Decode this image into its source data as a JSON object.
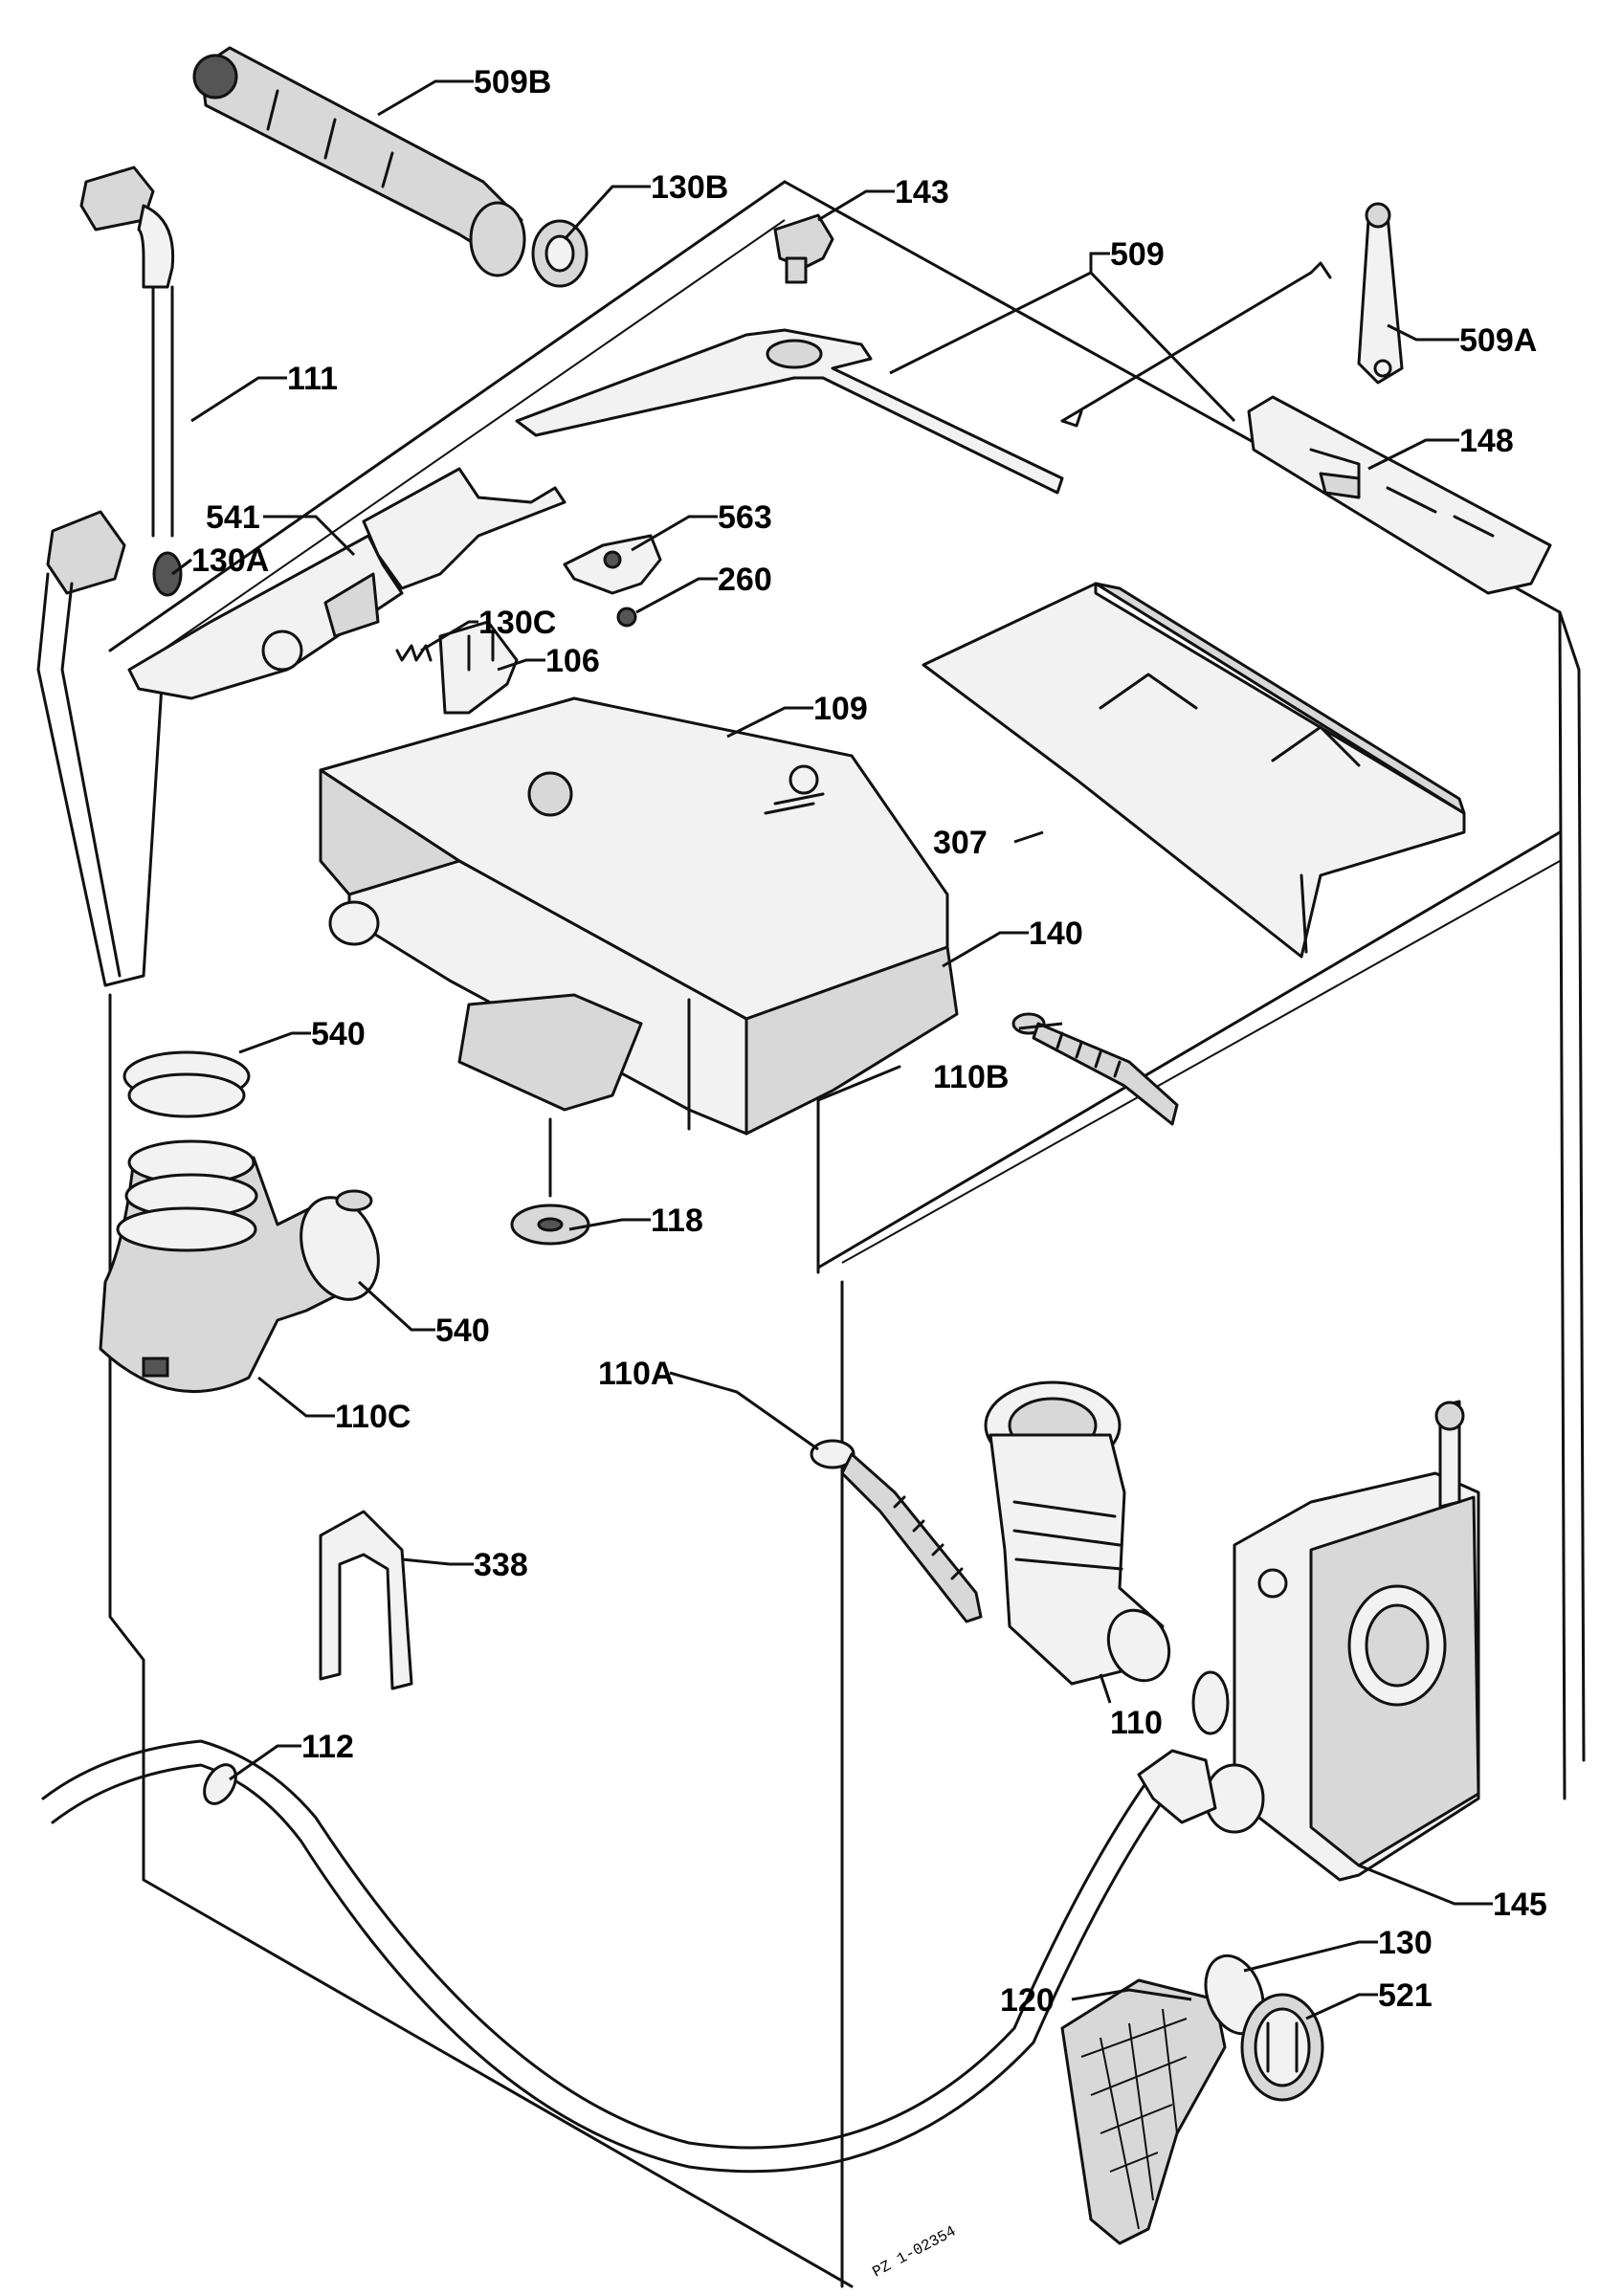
{
  "labels": {
    "l509b": "509B",
    "l130b": "130B",
    "l143": "143",
    "l509": "509",
    "l509a": "509A",
    "l111": "111",
    "l148": "148",
    "l541": "541",
    "l563": "563",
    "l130a": "130A",
    "l260": "260",
    "l130c": "130C",
    "l106": "106",
    "l109": "109",
    "l307": "307",
    "l140": "140",
    "l540a": "540",
    "l110b": "110B",
    "l118": "118",
    "l540b": "540",
    "l110c": "110C",
    "l110a": "110A",
    "l338": "338",
    "l110": "110",
    "l112": "112",
    "l145": "145",
    "l130": "130",
    "l120": "120",
    "l521": "521"
  },
  "drawing_code": "PZ 1-02354"
}
